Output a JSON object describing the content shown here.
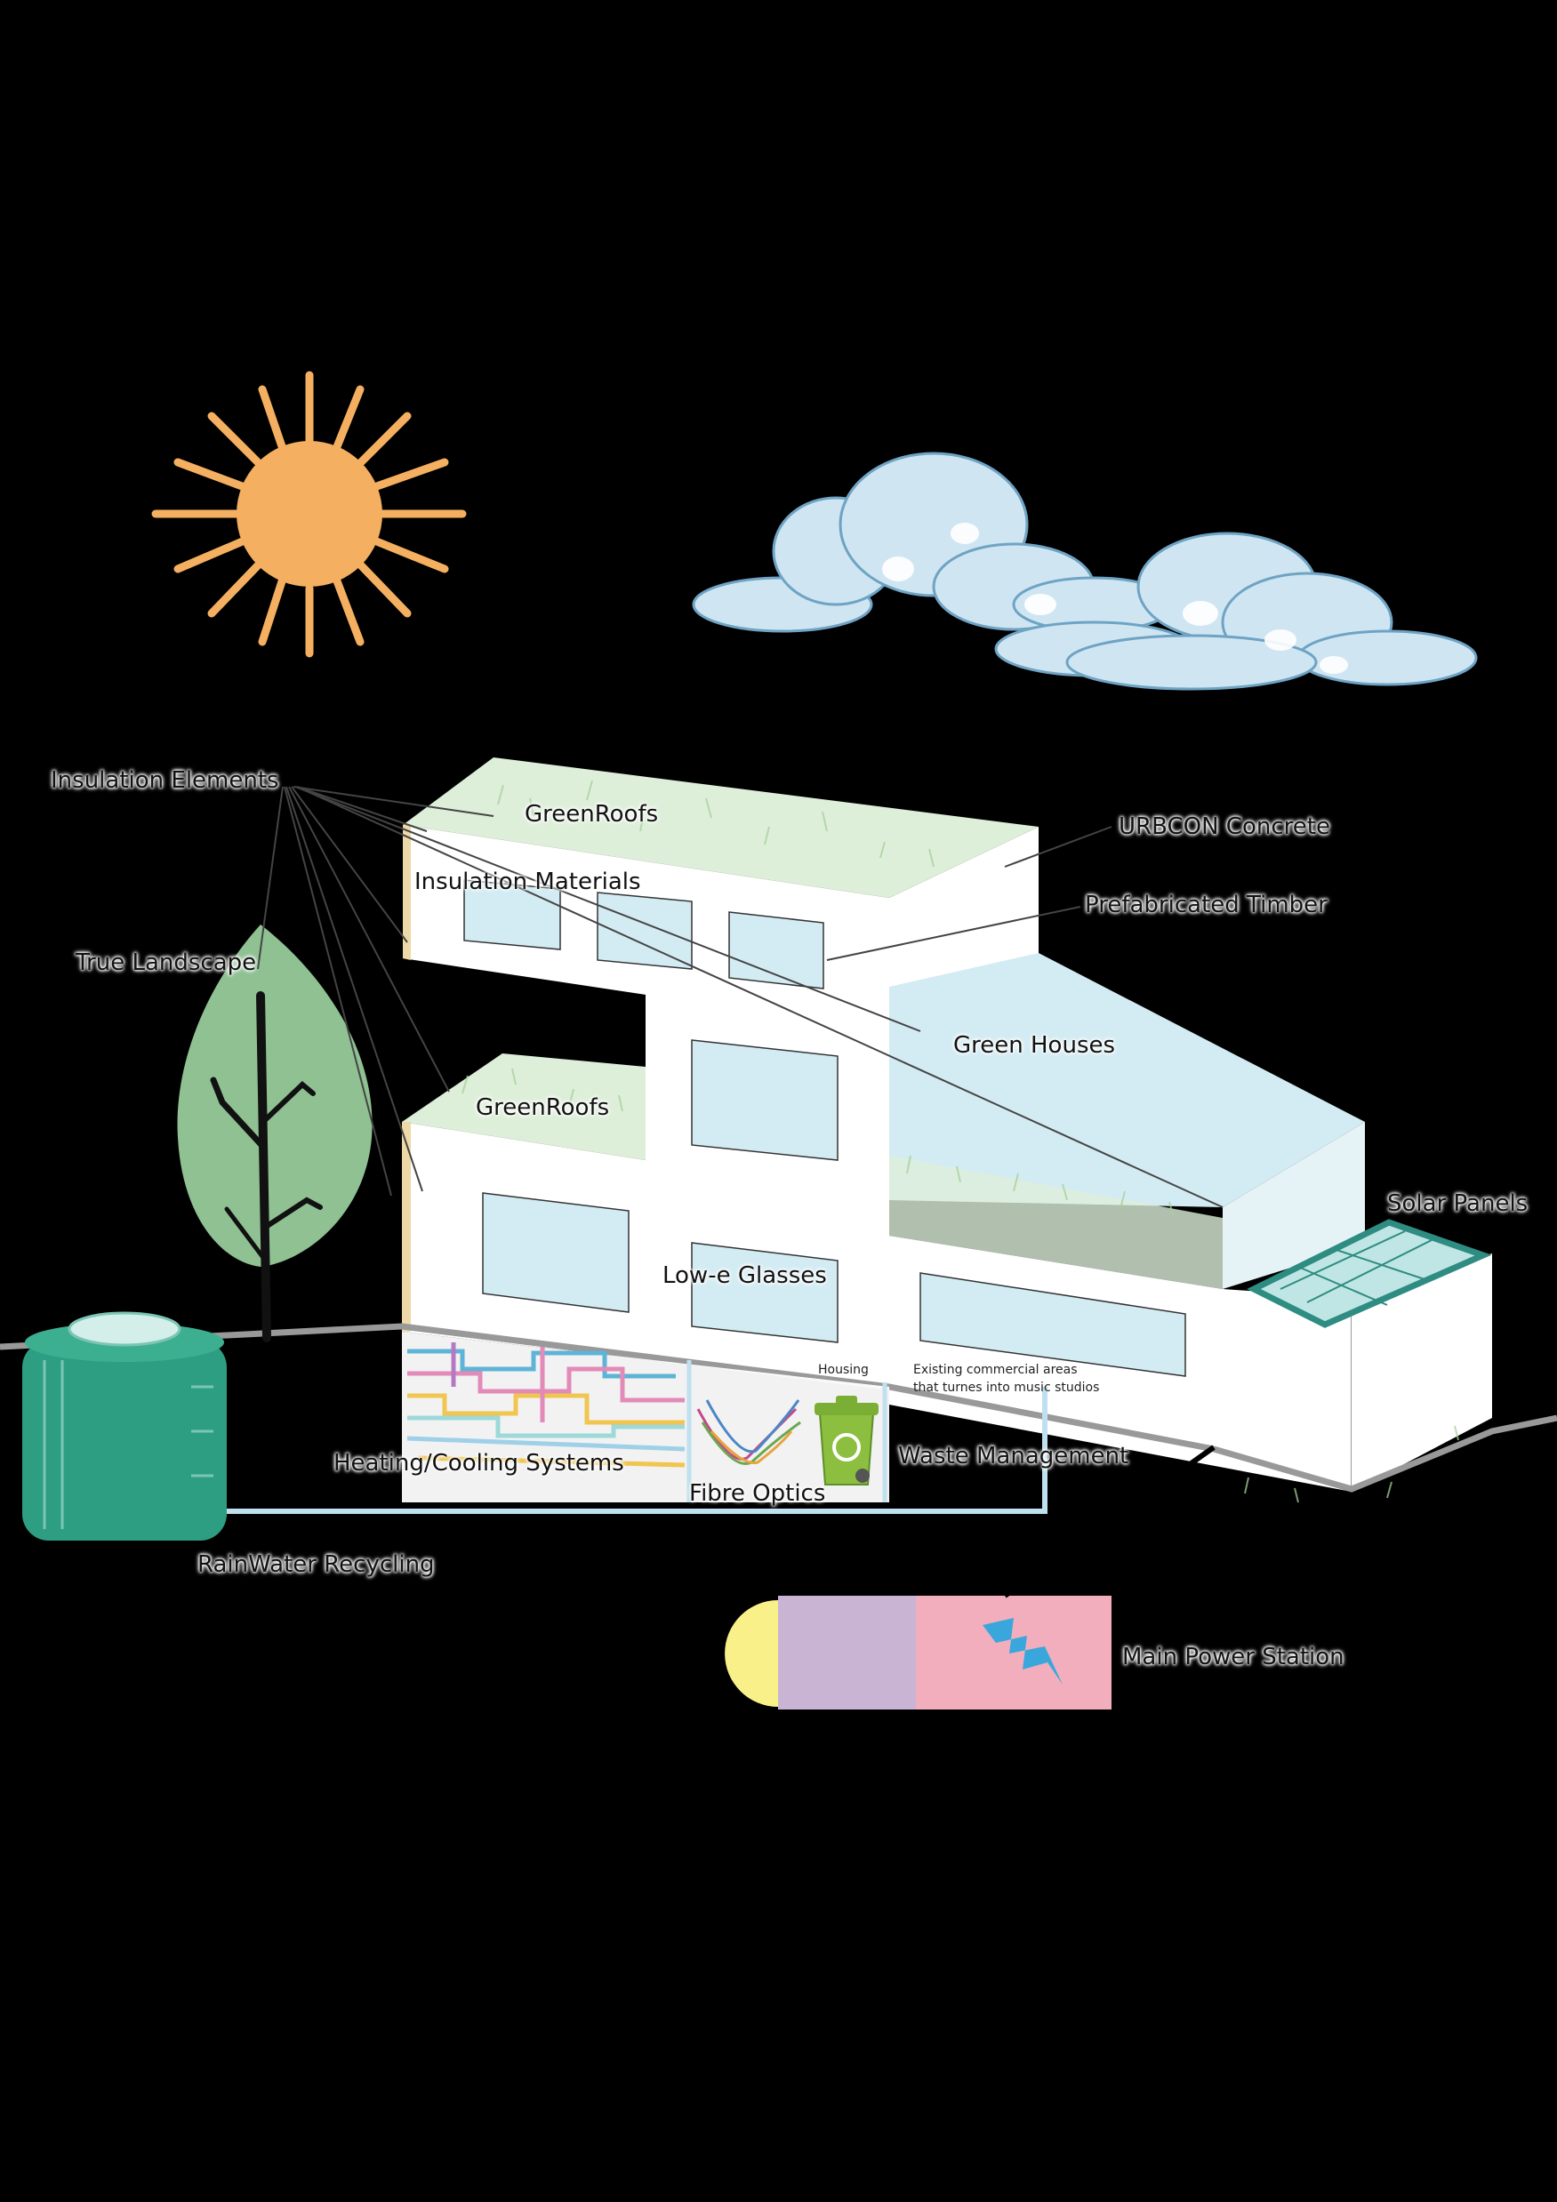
{
  "labels": {
    "insulation_elements": "Insulation Elements",
    "greenroofs_top": "GreenRoofs",
    "insulation_materials": "Insulation Materials",
    "urbcon_concrete": "URBCON Concrete",
    "prefabricated_timber": "Prefabricated Timber",
    "true_landscape": "True Landscape",
    "green_houses": "Green Houses",
    "greenroofs_mid": "GreenRoofs",
    "solar_panels": "Solar Panels",
    "low_e_glasses": "Low-e Glasses",
    "housing": "Housing",
    "commercial_line1": "Existing commercial areas",
    "commercial_line2": "that turnes into music studios",
    "heating_cooling": "Heating/Cooling Systems",
    "waste_management": "Waste Management",
    "fibre_optics": "Fibre Optics",
    "rainwater_recycling": "RainWater Recycling",
    "main_power_station": "Main Power Station"
  },
  "icons": [
    "sun-icon",
    "cloud-icon",
    "tree-icon",
    "water-tank-icon",
    "recycle-bin-icon",
    "fibre-optics-icon",
    "lightning-icon",
    "solar-panel-icon"
  ],
  "colors": {
    "background": "#000000",
    "sun": "#F4B060",
    "cloud": "#CFE6F2",
    "roof_green": "#DDEFD9",
    "glass": "#D3ECF3",
    "wall": "#FFFFFF",
    "tank": "#2E9E82",
    "leaf": "#8FC193",
    "station_pink": "#F2AEBD",
    "station_purple": "#C9B4D4",
    "station_yellow": "#FAF08A",
    "lightning": "#3AA7DC"
  }
}
